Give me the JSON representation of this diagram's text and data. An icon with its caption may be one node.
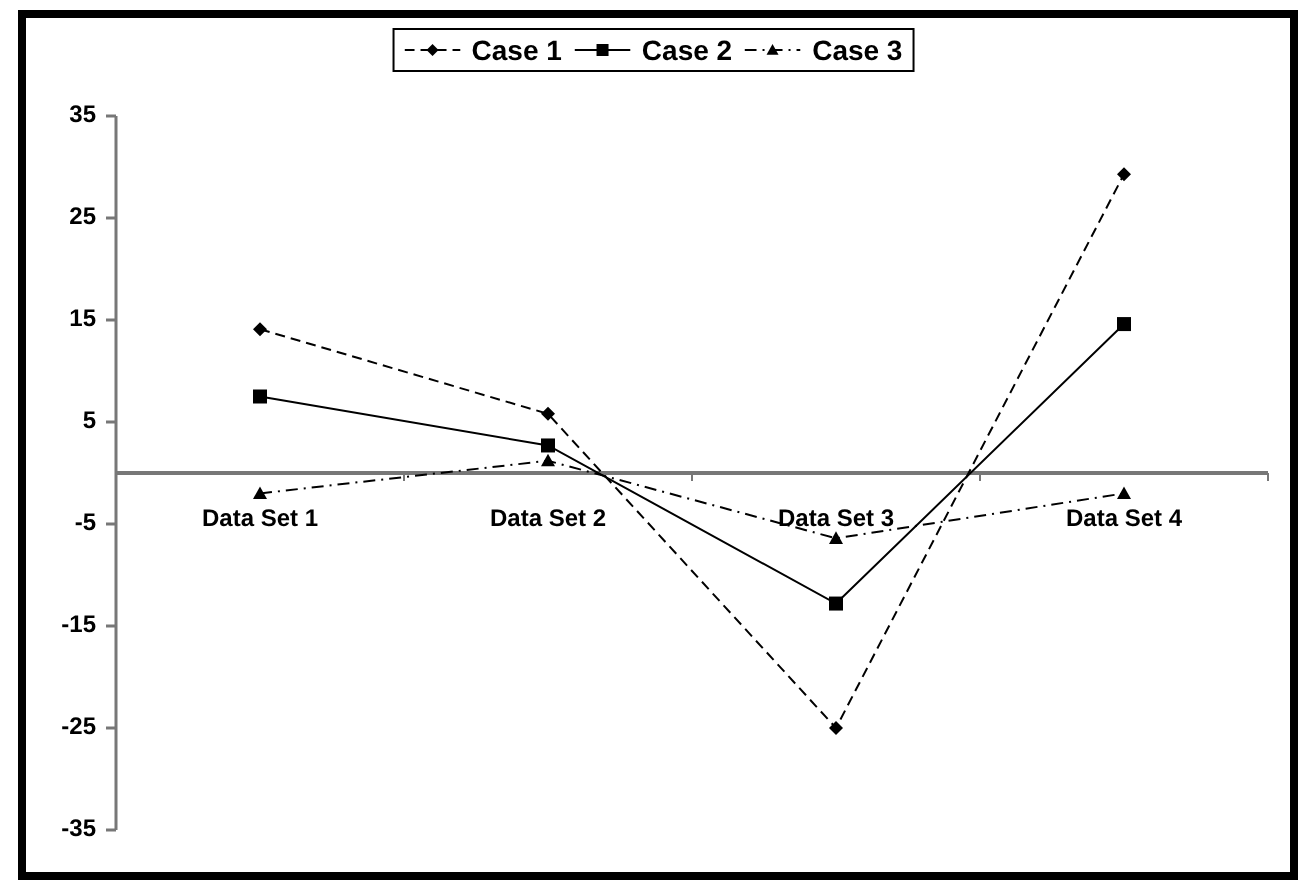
{
  "diagram": {
    "chart_data": {
      "type": "line",
      "categories": [
        "Data Set 1",
        "Data Set 2",
        "Data Set 3",
        "Data Set 4"
      ],
      "series": [
        {
          "name": "Case 1",
          "line_style": "dashed",
          "marker": "diamond",
          "values": [
            14.1,
            5.8,
            -25.0,
            29.3
          ]
        },
        {
          "name": "Case 2",
          "line_style": "solid",
          "marker": "square",
          "values": [
            7.5,
            2.7,
            -12.8,
            14.6
          ]
        },
        {
          "name": "Case 3",
          "line_style": "dashdot",
          "marker": "triangle",
          "values": [
            -2.0,
            1.2,
            -6.4,
            -2.0
          ]
        }
      ],
      "legend": true,
      "ylim": [
        -35,
        35
      ],
      "yticks": [
        -35,
        -25,
        -15,
        -5,
        5,
        15,
        25,
        35
      ]
    }
  }
}
